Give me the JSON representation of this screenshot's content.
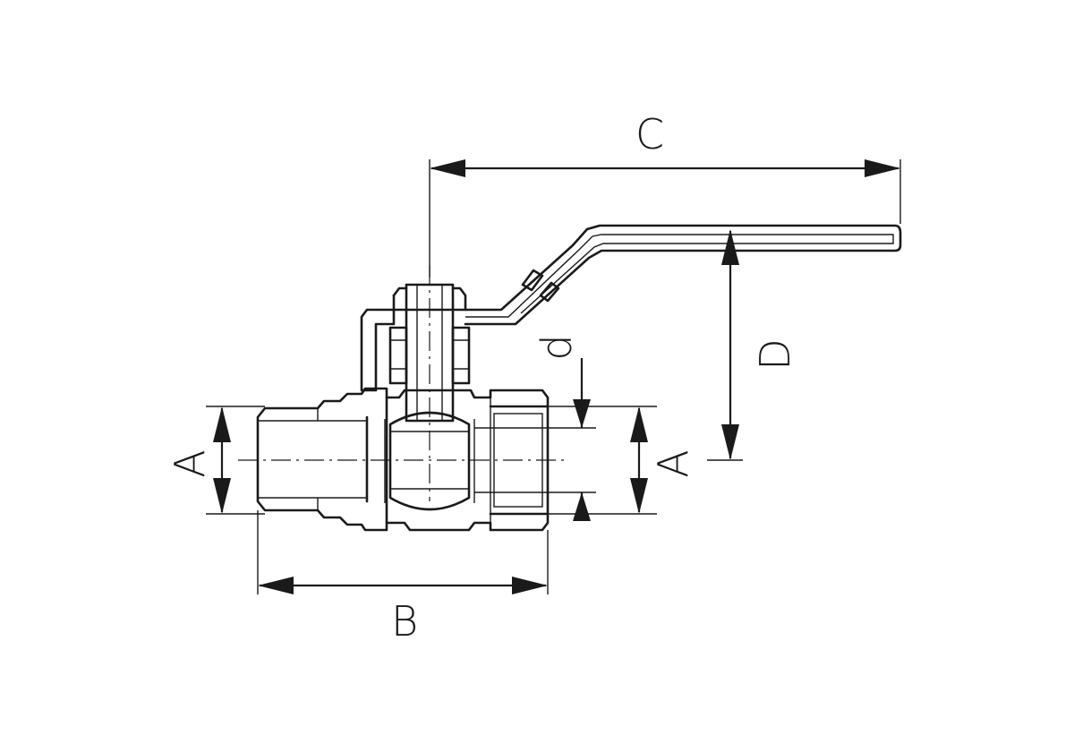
{
  "diagram": {
    "labels": {
      "width_total": "C",
      "body_length": "B",
      "handle_height": "D",
      "bore": "d",
      "thread_left": "A",
      "thread_right": "A"
    },
    "colors": {
      "line": "#1a1a1a",
      "background": "#ffffff"
    }
  }
}
